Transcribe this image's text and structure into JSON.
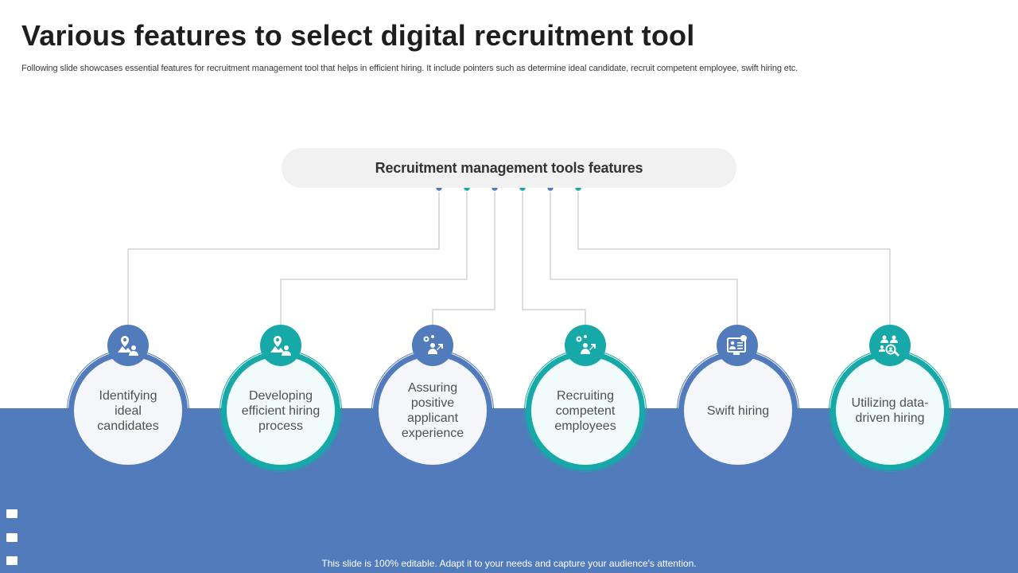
{
  "title": "Various features to select digital recruitment tool",
  "subtitle": "Following slide showcases essential features for recruitment management tool that helps in efficient hiring. It include pointers such as determine ideal candidate, recruit competent employee, swift hiring etc.",
  "header": "Recruitment management tools features",
  "features": [
    {
      "label": "Identifying ideal candidates",
      "icon": "candidate-location-icon",
      "color": "#527bbb"
    },
    {
      "label": "Developing efficient hiring process",
      "icon": "hiring-process-icon",
      "color": "#17a8a8"
    },
    {
      "label": "Assuring positive applicant experience",
      "icon": "applicant-experience-icon",
      "color": "#527bbb"
    },
    {
      "label": "Recruiting competent employees",
      "icon": "competent-employee-icon",
      "color": "#17a8a8"
    },
    {
      "label": "Swift hiring",
      "icon": "resume-card-icon",
      "color": "#527bbb"
    },
    {
      "label": "Utilizing data-driven hiring",
      "icon": "data-search-icon",
      "color": "#17a8a8"
    }
  ],
  "footer": "This slide is 100% editable. Adapt it to your needs and capture your audience's attention.",
  "colors": {
    "blue": "#527bbb",
    "teal": "#17a8a8",
    "pill": "#f1f1f1"
  }
}
